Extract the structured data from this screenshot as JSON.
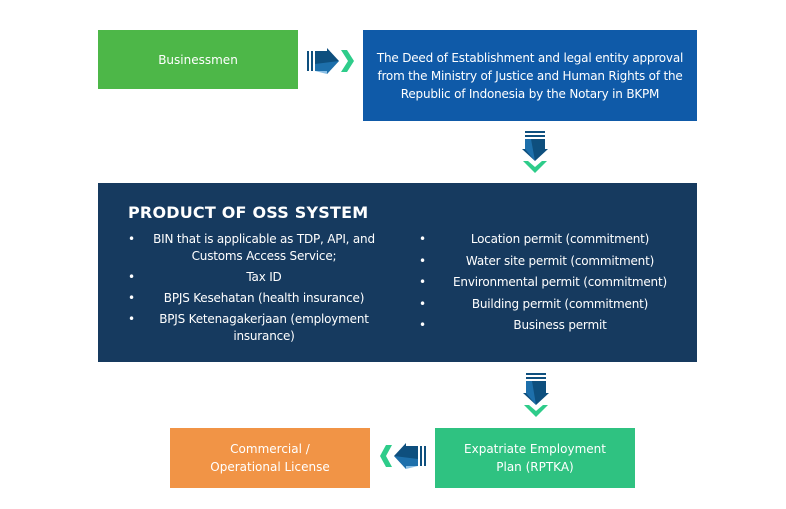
{
  "diagram": {
    "colors": {
      "green": "#4db748",
      "blue": "#0f5aa8",
      "navy": "#163a5f",
      "orange": "#f19446",
      "teal_green": "#2fc281",
      "arrow_dark": "#0e4f7e",
      "arrow_light": "#2a8bd0",
      "chevron": "#2ecc8a"
    },
    "nodes": {
      "businessmen": {
        "label": "Businessmen"
      },
      "deed": {
        "label": "The Deed of Establishment and legal entity approval from the Ministry of Justice and Human Rights of the Republic of Indonesia by the Notary in BKPM"
      },
      "oss": {
        "title": "PRODUCT OF OSS SYSTEM",
        "left_items": [
          "BIN that is applicable as TDP, API, and Customs Access Service;",
          "Tax ID",
          "BPJS Kesehatan (health insurance)",
          "BPJS Ketenagakerjaan (employment insurance)"
        ],
        "right_items": [
          "Location permit (commitment)",
          "Water site permit (commitment)",
          "Environmental permit (commitment)",
          "Building permit (commitment)",
          "Business permit"
        ]
      },
      "rptka": {
        "label": "Expatriate Employment Plan (RPTKA)"
      },
      "commercial": {
        "label": "Commercial / Operational License"
      }
    },
    "arrows": [
      {
        "from": "businessmen",
        "to": "deed",
        "direction": "right",
        "icon": "arrow-right-icon"
      },
      {
        "from": "deed",
        "to": "oss",
        "direction": "down",
        "icon": "arrow-down-icon"
      },
      {
        "from": "oss",
        "to": "rptka",
        "direction": "down",
        "icon": "arrow-down-icon"
      },
      {
        "from": "rptka",
        "to": "commercial",
        "direction": "left",
        "icon": "arrow-left-icon"
      }
    ]
  }
}
